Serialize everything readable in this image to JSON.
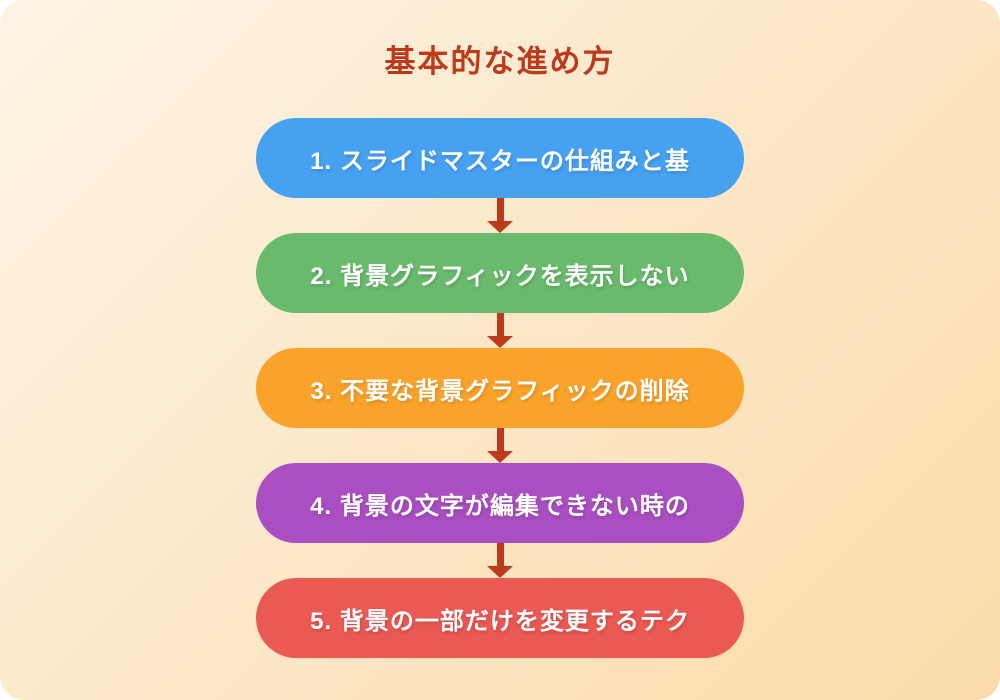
{
  "page": {
    "title": "基本的な進め方",
    "title_color": "#bd3a1c",
    "background": {
      "gradient_start": "#fdf4e5",
      "gradient_end": "#fbdbaa"
    }
  },
  "flow": {
    "arrow_color": "#bd3a1c",
    "steps": [
      {
        "label": "1. スライドマスターの仕組みと基",
        "color": "#47a1f1"
      },
      {
        "label": "2. 背景グラフィックを表示しない",
        "color": "#69ba6c"
      },
      {
        "label": "3. 不要な背景グラフィックの削除",
        "color": "#faa32b"
      },
      {
        "label": "4. 背景の文字が編集できない時の",
        "color": "#a94fc2"
      },
      {
        "label": "5. 背景の一部だけを変更するテク",
        "color": "#eb5953"
      }
    ]
  }
}
